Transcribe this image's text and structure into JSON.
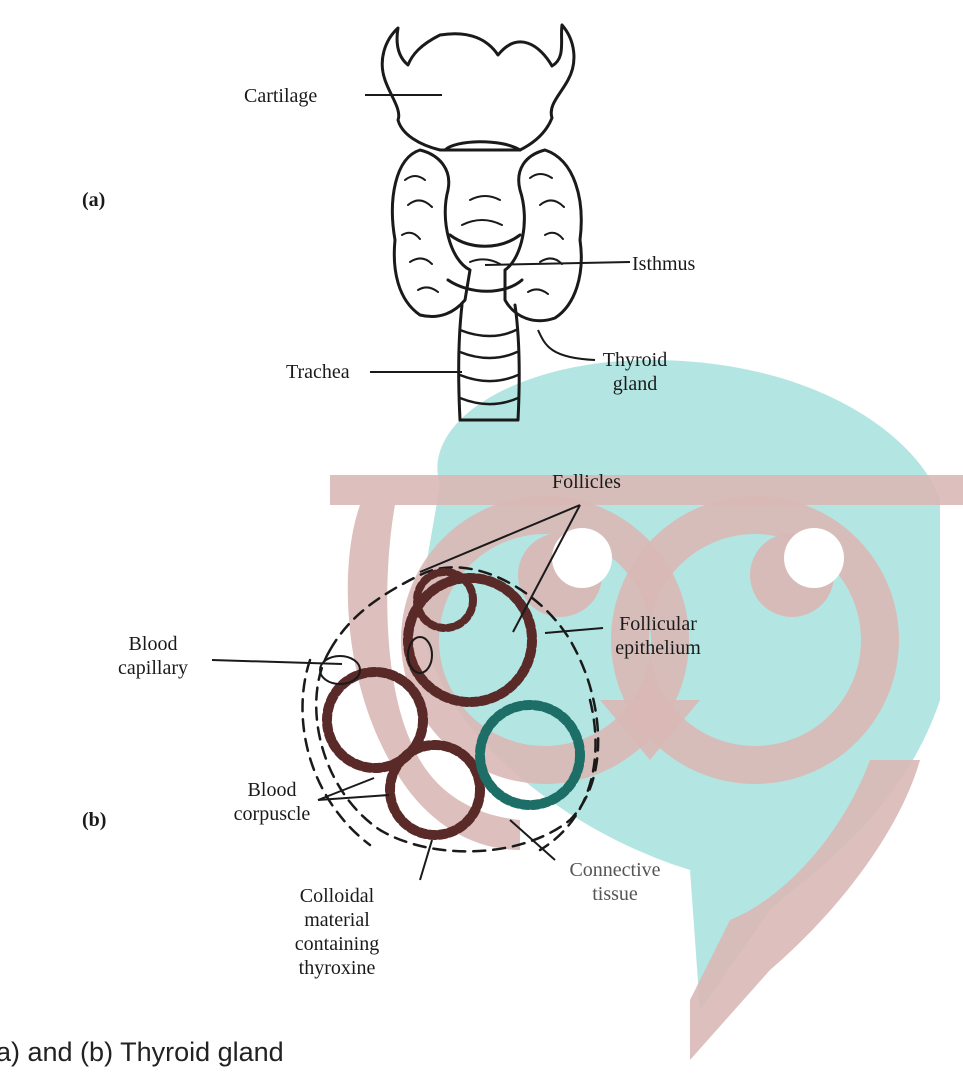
{
  "labels": {
    "cartilage": "Cartilage",
    "panel_a": "(a)",
    "isthmus": "Isthmus",
    "trachea": "Trachea",
    "thyroid_gland": [
      "Thyroid",
      "gland"
    ],
    "follicles": "Follicles",
    "follicular_epithelium": [
      "Follicular",
      "epithelium"
    ],
    "blood_capillary": [
      "Blood",
      "capillary"
    ],
    "panel_b": "(b)",
    "blood_corpuscle": [
      "Blood",
      "corpuscle"
    ],
    "connective_tissue": [
      "Connective",
      "tissue"
    ],
    "colloidal_material": [
      "Colloidal",
      "material",
      "containing",
      "thyroxine"
    ]
  },
  "caption": "a) and (b) Thyroid gland",
  "colors": {
    "watermark_rose": "#d9b8b6",
    "watermark_teal": "#a6e2dd",
    "ink": "#1a1a1a",
    "follicle_dark": "#5a2a28",
    "follicle_teal": "#1d6e66"
  }
}
